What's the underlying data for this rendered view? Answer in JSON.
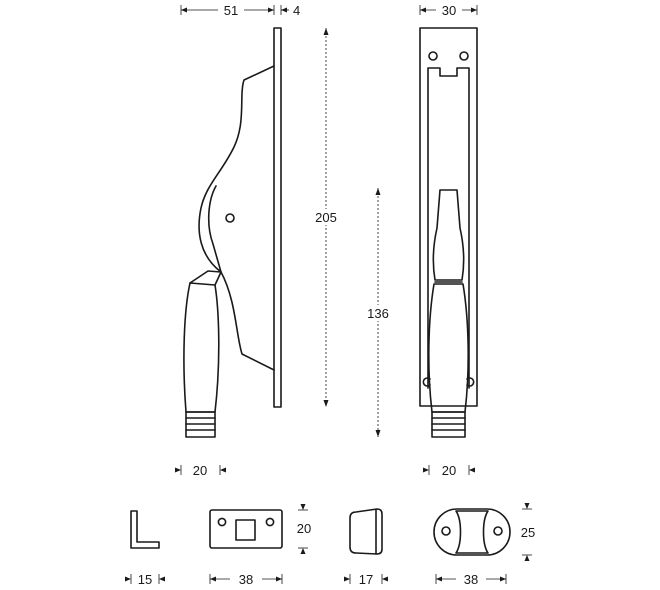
{
  "dimensions": {
    "front_width": "51",
    "plate_thickness": "4",
    "total_height": "205",
    "front_grip_width": "20",
    "side_width": "30",
    "side_handle_height": "136",
    "side_grip_width": "20",
    "angle_keeper_depth": "15",
    "plate_keeper_width": "38",
    "plate_keeper_height": "20",
    "block_keeper_width": "17",
    "oval_keeper_width": "38",
    "oval_keeper_height": "25"
  },
  "colors": {
    "line": "#1a1a1a",
    "background": "#ffffff"
  }
}
